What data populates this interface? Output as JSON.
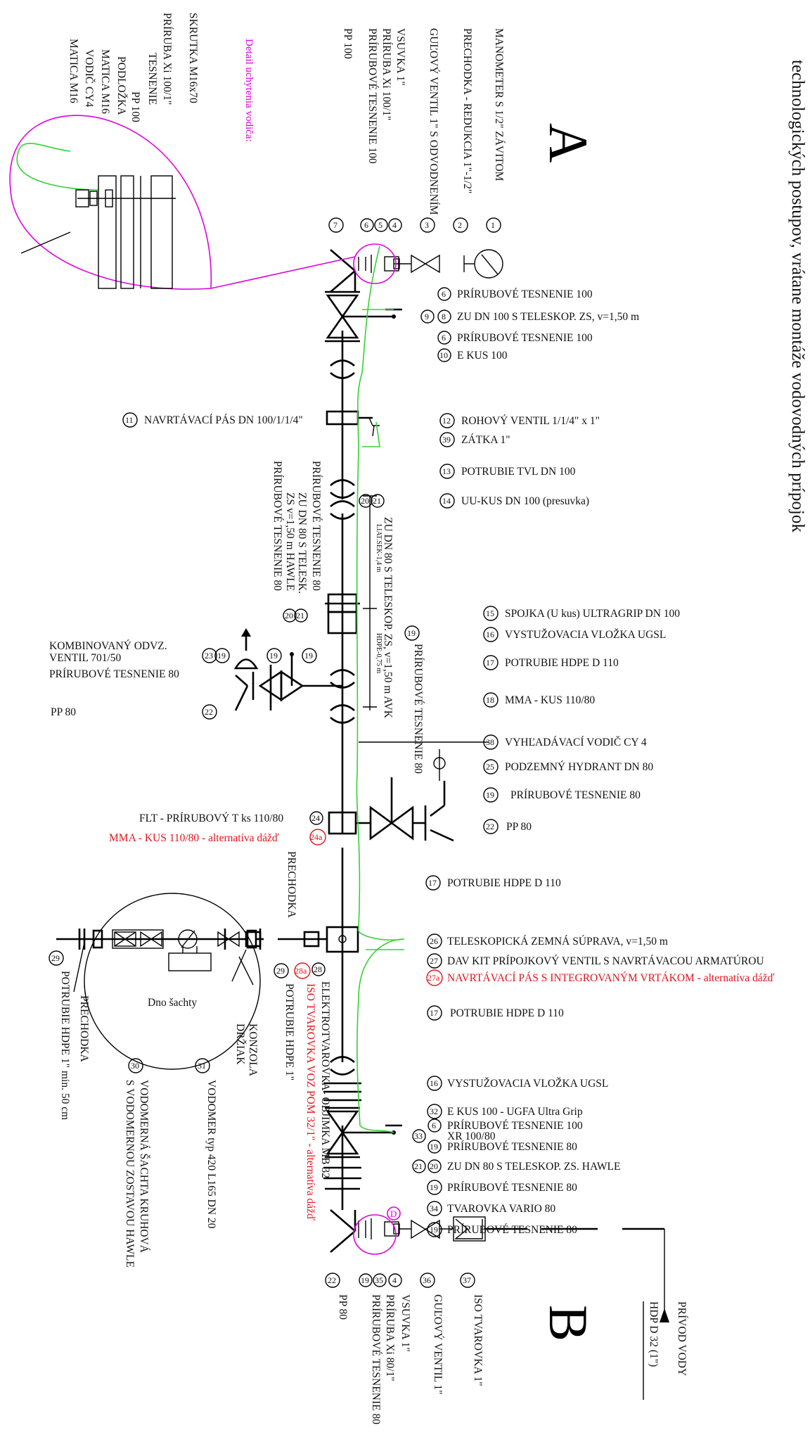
{
  "title": "technologických postupov, vrátane montáže vodovodných prípojok",
  "section_a": "A",
  "section_b": "B",
  "detail_title": "Detail uchytenia vodiča:",
  "detail_labels": [
    "SKRUTKA M16x70",
    "PRÍRUBA Xi 100/1\"",
    "TESNENIE",
    "PP 100",
    "PODLOŽKA",
    "MATICA M16",
    "VODIČ CY4",
    "MATICA M16"
  ],
  "top_items": [
    {
      "num": "1",
      "label": "MANOMETER S 1/2\" ZÁVITOM"
    },
    {
      "num": "2",
      "label": "PRECHODKA - REDUKCIA 1\"-1/2\""
    },
    {
      "num": "3",
      "label": "GUĽOVÝ VENTIL 1\" S ODVODNENÍM"
    },
    {
      "num": "4",
      "label": "VSUVKA 1\""
    },
    {
      "num": "5",
      "label": "PRÍRUBA Xi 100/1\""
    },
    {
      "num": "6",
      "label": "PRÍRUBOVÉ TESNENIE 100"
    },
    {
      "num": "7",
      "label": "PP 100"
    }
  ],
  "bottom_items": [
    {
      "num": "22",
      "label": "PP 80"
    },
    {
      "num": "19",
      "label": "PRÍRUBOVÉ TESNENIE 80"
    },
    {
      "num": "35",
      "label": "PRÍRUBA Xi 80/1\""
    },
    {
      "num": "4",
      "label": "VSUVKA 1\""
    },
    {
      "num": "36",
      "label": "GUĽOVÝ VENTIL 1\""
    },
    {
      "num": "37",
      "label": "ISO TVAROVKA 1\""
    }
  ],
  "supply": {
    "line1": "PRÍVOD VODY",
    "line2": "HDP D 32 (1\")"
  },
  "right_items": [
    {
      "nums": [
        "6"
      ],
      "label": "PRÍRUBOVÉ TESNENIE 100"
    },
    {
      "nums": [
        "9",
        "8"
      ],
      "label": "ZU DN 100 S TELESKOP. ZS, v=1,50 m"
    },
    {
      "nums": [
        "6"
      ],
      "label": "PRÍRUBOVÉ TESNENIE 100"
    },
    {
      "nums": [
        "10"
      ],
      "label": "E KUS 100"
    },
    {
      "nums": [
        "12"
      ],
      "label": "ROHOVÝ VENTIL 1/1/4\" x 1\""
    },
    {
      "nums": [
        "39"
      ],
      "label": "ZÁTKA 1\""
    },
    {
      "nums": [
        "13"
      ],
      "label": "POTRUBIE TVL DN 100"
    },
    {
      "nums": [
        "14"
      ],
      "label": "UU-KUS DN 100 (presuvka)"
    },
    {
      "nums": [
        "15"
      ],
      "label": "SPOJKA (U kus) ULTRAGRIP DN 100"
    },
    {
      "nums": [
        "16"
      ],
      "label": "VYSTUŽOVACIA VLOŽKA UGSL"
    },
    {
      "nums": [
        "17"
      ],
      "label": "POTRUBIE HDPE D 110"
    },
    {
      "nums": [
        "18"
      ],
      "label": "MMA - KUS 110/80"
    },
    {
      "nums": [
        "38"
      ],
      "label": "VYHĽADÁVACÍ VODIČ CY 4"
    },
    {
      "nums": [
        "25"
      ],
      "label": "PODZEMNÝ HYDRANT DN 80"
    },
    {
      "nums": [
        "19"
      ],
      "label": "PRÍRUBOVÉ TESNENIE 80"
    },
    {
      "nums": [
        "22"
      ],
      "label": "PP 80"
    },
    {
      "nums": [
        "17"
      ],
      "label": "POTRUBIE HDPE D 110"
    },
    {
      "nums": [
        "26"
      ],
      "label": "TELESKOPICKÁ ZEMNÁ SÚPRAVA, v=1,50 m"
    },
    {
      "nums": [
        "27"
      ],
      "label": "DAV KIT PRÍPOJKOVÝ VENTIL S NAVRTÁVACOU ARMATÚROU"
    },
    {
      "nums": [
        "27a"
      ],
      "label": "NAVRTÁVACÍ PÁS S INTEGROVANÝM VRTÁKOM - alternatíva dážď"
    },
    {
      "nums": [
        "17"
      ],
      "label": "POTRUBIE HDPE D 110"
    },
    {
      "nums": [
        "16"
      ],
      "label": "VYSTUŽOVACIA VLOŽKA UGSL"
    },
    {
      "nums": [
        "32"
      ],
      "label": "E KUS 100 - UGFA Ultra Grip"
    },
    {
      "nums": [
        "6"
      ],
      "label": "PRÍRUBOVÉ TESNENIE 100"
    },
    {
      "nums": [
        "33"
      ],
      "label": "XR 100/80"
    },
    {
      "nums": [
        "19"
      ],
      "label": "PRÍRUBOVÉ TESNENIE 80"
    },
    {
      "nums": [
        "21",
        "20"
      ],
      "label": "ZU DN 80 S TELESKOP. ZS. HAWLE"
    },
    {
      "nums": [
        "19"
      ],
      "label": "PRÍRUBOVÉ TESNENIE 80"
    },
    {
      "nums": [
        "34"
      ],
      "label": "TVAROVKA VARIO 80"
    },
    {
      "nums": [
        "19"
      ],
      "label": "PRÍRUBOVÉ TESNENIE 80"
    }
  ],
  "left_items": {
    "navrtavaci": {
      "num": "11",
      "label": "NAVRTÁVACÍ PÁS DN 100/1/1/4\""
    },
    "priruba80_col": [
      "PRÍRUBOVÉ TESNENIE 80",
      "ZU DN 80 S TELESK.",
      "ZS v=1,50 m HAWLE",
      "PRÍRUBOVÉ TESNENIE 80"
    ],
    "nums_2021": [
      "20",
      "21"
    ],
    "kombi": {
      "line1": "KOMBINOVANÝ ODVZ.",
      "line2": "VENTIL 701/50",
      "line3": "PRÍRUBOVÉ TESNENIE 80",
      "nums": [
        "23",
        "19"
      ]
    },
    "pp80": {
      "num": "22",
      "label": "PP 80"
    },
    "flt": {
      "label": "FLT - PRÍRUBOVÝ T ks 110/80",
      "num": "24"
    },
    "mma_alt": {
      "label": "MMA - KUS 110/80 - alternatíva dážď",
      "num": "24a"
    }
  },
  "vertical_notes": {
    "zu80": "ZU DN 80 S TELESKOP. ZS, v=1,50 m AVK",
    "zu80_nums": [
      "20",
      "21"
    ],
    "priruba19": "PRÍRUBOVÉ TESNENIE 80",
    "priruba19_num": "19",
    "liat": "LIAT.SEK-1,4 m",
    "hdpe": "HDPE-0,75 m",
    "prechodka_top": "PRECHODKA",
    "elektro": "ELEKTROTVAROVKA- OBJIMKA MB 32",
    "elektro_num": "28",
    "iso_alt": "ISO TVAROVKA VOZ POM 32/1\" - alternatíva dážď",
    "iso_alt_num": "28a",
    "potrubie1": "POTRUBIE HDPE 1\"",
    "potrubie1_num": "29",
    "konzola": "KONZOLA",
    "drziak": "DRŽIAK",
    "vodomer": "VODOMER typ 420 L165 DN 20",
    "vodomer_num": "31",
    "sachta1": "VODOMERNÁ ŠACHTA KRUHOVÁ",
    "sachta2": "S VODOMERNOU ZOSTAVOU HAWLE",
    "sachta_num": "30",
    "potrubie_min": "POTRUBIE HDPE 1\" min. 50 cm",
    "potrubie_min_num": "29",
    "prechodka_bottom": "PRECHODKA"
  },
  "dno": "Dno šachty",
  "detail_marker": "D"
}
